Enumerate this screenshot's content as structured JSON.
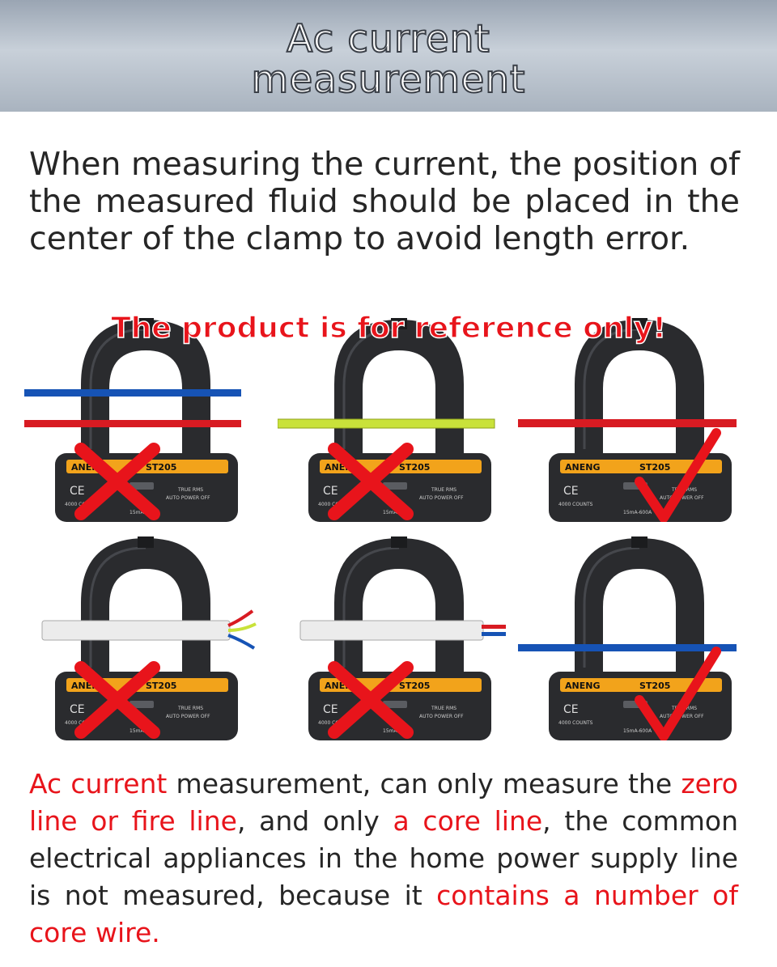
{
  "header": {
    "title_line1": "Ac current",
    "title_line2": "measurement"
  },
  "intro": "When measuring the current, the position of the measured fluid should be placed in the center of the clamp to avoid length error.",
  "notice": "The product is for reference only!",
  "device": {
    "brand": "ANENG",
    "model": "ST205",
    "ce": "CE",
    "counts": "4000 COUNTS",
    "rms": "TRUE RMS",
    "power": "AUTO POWER OFF",
    "range": "15mA-600A"
  },
  "cells": [
    {
      "row": 1,
      "col": 1,
      "wire": "blue and red wires",
      "mark": "cross",
      "label": "wrong"
    },
    {
      "row": 1,
      "col": 2,
      "wire": "yellow-green wire",
      "mark": "cross",
      "label": "wrong"
    },
    {
      "row": 1,
      "col": 3,
      "wire": "red wire",
      "mark": "check",
      "label": "correct"
    },
    {
      "row": 2,
      "col": 1,
      "wire": "three-core cable",
      "mark": "cross",
      "label": "wrong"
    },
    {
      "row": 2,
      "col": 2,
      "wire": "two-core cable",
      "mark": "cross",
      "label": "wrong"
    },
    {
      "row": 2,
      "col": 3,
      "wire": "blue wire",
      "mark": "check",
      "label": "correct"
    }
  ],
  "outro": {
    "p1": "Ac current",
    "p2": " measurement, can only measure the ",
    "p3": "zero line or fire line",
    "p4": ", and only ",
    "p5": "a core line",
    "p6": ", the common electrical appliances in the home power supply line is not measured, because it ",
    "p7": "contains a number of core wire."
  },
  "colors": {
    "accent_red": "#e8141b",
    "wire_blue": "#1653b5",
    "wire_red": "#d81b22",
    "wire_yellow": "#c9e23a",
    "device_body": "#2a2b2e",
    "device_label": "#f2a31b"
  }
}
